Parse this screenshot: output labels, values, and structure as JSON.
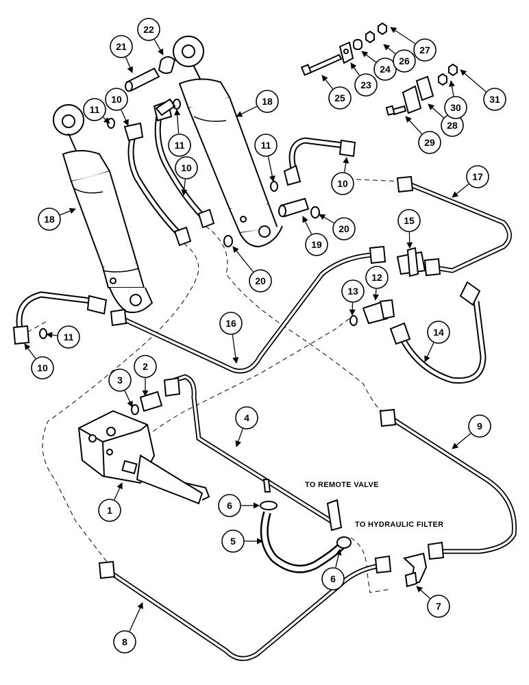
{
  "notes": {
    "remote_valve": "TO REMOTE VALVE",
    "hydraulic_filter": "TO HYDRAULIC FILTER"
  },
  "callouts": [
    {
      "id": "c1",
      "label": "1"
    },
    {
      "id": "c2",
      "label": "2"
    },
    {
      "id": "c3",
      "label": "3"
    },
    {
      "id": "c4",
      "label": "4"
    },
    {
      "id": "c5",
      "label": "5"
    },
    {
      "id": "c6a",
      "label": "6"
    },
    {
      "id": "c6b",
      "label": "6"
    },
    {
      "id": "c7",
      "label": "7"
    },
    {
      "id": "c8",
      "label": "8"
    },
    {
      "id": "c9",
      "label": "9"
    },
    {
      "id": "c10a",
      "label": "10"
    },
    {
      "id": "c10b",
      "label": "10"
    },
    {
      "id": "c10c",
      "label": "10"
    },
    {
      "id": "c10d",
      "label": "10"
    },
    {
      "id": "c11a",
      "label": "11"
    },
    {
      "id": "c11b",
      "label": "11"
    },
    {
      "id": "c11c",
      "label": "11"
    },
    {
      "id": "c11d",
      "label": "11"
    },
    {
      "id": "c12",
      "label": "12"
    },
    {
      "id": "c13",
      "label": "13"
    },
    {
      "id": "c14",
      "label": "14"
    },
    {
      "id": "c15",
      "label": "15"
    },
    {
      "id": "c16",
      "label": "16"
    },
    {
      "id": "c17",
      "label": "17"
    },
    {
      "id": "c18a",
      "label": "18"
    },
    {
      "id": "c18b",
      "label": "18"
    },
    {
      "id": "c19",
      "label": "19"
    },
    {
      "id": "c20a",
      "label": "20"
    },
    {
      "id": "c20b",
      "label": "20"
    },
    {
      "id": "c21",
      "label": "21"
    },
    {
      "id": "c22",
      "label": "22"
    },
    {
      "id": "c23",
      "label": "23"
    },
    {
      "id": "c24",
      "label": "24"
    },
    {
      "id": "c25",
      "label": "25"
    },
    {
      "id": "c26",
      "label": "26"
    },
    {
      "id": "c27",
      "label": "27"
    },
    {
      "id": "c28",
      "label": "28"
    },
    {
      "id": "c29",
      "label": "29"
    },
    {
      "id": "c30",
      "label": "30"
    },
    {
      "id": "c31",
      "label": "31"
    }
  ]
}
